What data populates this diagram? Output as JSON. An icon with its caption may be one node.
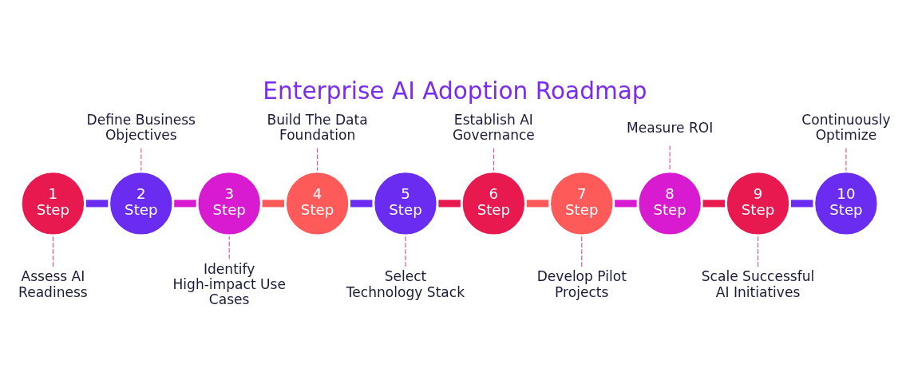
{
  "diagram": {
    "title": "Enterprise AI Adoption Roadmap",
    "nodes": [
      {
        "text": [
          "1",
          "Step"
        ]
      },
      {
        "text": [
          "2",
          "Step"
        ]
      },
      {
        "text": [
          "3",
          "Step"
        ]
      },
      {
        "text": [
          "4",
          "Step"
        ]
      },
      {
        "text": [
          "5",
          "Step"
        ]
      },
      {
        "text": [
          "6",
          "Step"
        ]
      },
      {
        "text": [
          "7",
          "Step"
        ]
      },
      {
        "text": [
          "8",
          "Step"
        ]
      },
      {
        "text": [
          "9",
          "Step"
        ]
      },
      {
        "text": [
          "10",
          "Step"
        ]
      },
      {
        "text": [
          "Assess AI Readiness"
        ]
      },
      {
        "text": [
          "Define Business Objectives"
        ]
      },
      {
        "text": [
          "Identify High-impact Use Cases"
        ]
      },
      {
        "text": [
          "Build The Data Foundation"
        ]
      },
      {
        "text": [
          "Select Technology Stack"
        ]
      },
      {
        "text": [
          "Establish AI Governance"
        ]
      },
      {
        "text": [
          "Develop Pilot Projects"
        ]
      },
      {
        "text": [
          "Measure ROI"
        ]
      },
      {
        "text": [
          "Scale Successful AI Initiatives"
        ]
      },
      {
        "text": [
          "Continuously Optimize"
        ]
      }
    ],
    "edges": [
      {
        "from": 0,
        "to": 1,
        "arrow": "none",
        "style": "thick",
        "color": "#6a2cf0"
      },
      {
        "from": 1,
        "to": 2,
        "arrow": "none",
        "style": "thick",
        "color": "#d81bd0"
      },
      {
        "from": 2,
        "to": 3,
        "arrow": "none",
        "style": "thick",
        "color": "#ff5a5a"
      },
      {
        "from": 3,
        "to": 4,
        "arrow": "none",
        "style": "thick",
        "color": "#6a2cf0"
      },
      {
        "from": 4,
        "to": 5,
        "arrow": "none",
        "style": "thick",
        "color": "#e8194f"
      },
      {
        "from": 5,
        "to": 6,
        "arrow": "none",
        "style": "thick",
        "color": "#ff5a5a"
      },
      {
        "from": 6,
        "to": 7,
        "arrow": "none",
        "style": "thick",
        "color": "#d81bd0"
      },
      {
        "from": 7,
        "to": 8,
        "arrow": "none",
        "style": "thick",
        "color": "#e8194f"
      },
      {
        "from": 8,
        "to": 9,
        "arrow": "none",
        "style": "thick",
        "color": "#6a2cf0"
      },
      {
        "from": 10,
        "to": 0,
        "arrow": "none",
        "style": "dashed"
      },
      {
        "from": 11,
        "to": 1,
        "arrow": "none",
        "style": "dashed"
      },
      {
        "from": 12,
        "to": 2,
        "arrow": "none",
        "style": "dashed"
      },
      {
        "from": 13,
        "to": 3,
        "arrow": "none",
        "style": "dashed"
      },
      {
        "from": 14,
        "to": 4,
        "arrow": "none",
        "style": "dashed"
      },
      {
        "from": 15,
        "to": 5,
        "arrow": "none",
        "style": "dashed"
      },
      {
        "from": 16,
        "to": 6,
        "arrow": "none",
        "style": "dashed"
      },
      {
        "from": 17,
        "to": 7,
        "arrow": "none",
        "style": "dashed"
      },
      {
        "from": 18,
        "to": 8,
        "arrow": "none",
        "style": "dashed"
      },
      {
        "from": 19,
        "to": 9,
        "arrow": "none",
        "style": "dashed"
      }
    ]
  }
}
